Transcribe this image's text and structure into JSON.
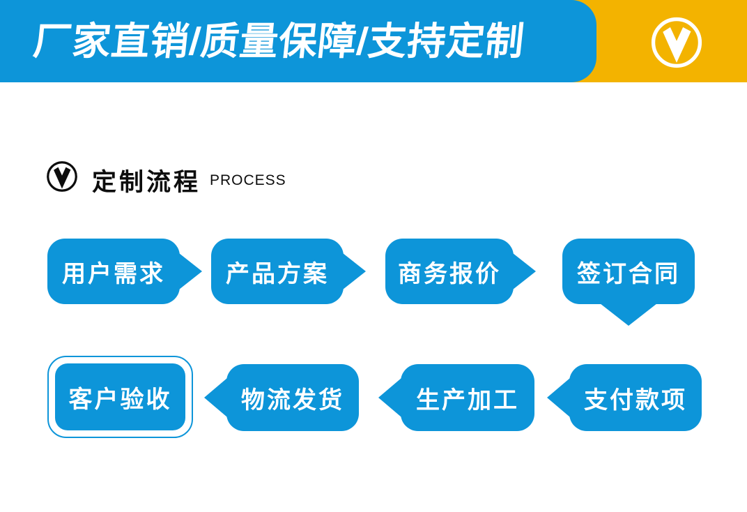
{
  "colors": {
    "brand_blue": "#0d95d9",
    "brand_orange": "#f3b300",
    "text_on_blue": "#ffffff",
    "heading_black": "#0d0d0d"
  },
  "banner": {
    "title": "厂家直销/质量保障/支持定制",
    "badge_icon": "chevron-down-circle-icon"
  },
  "section_header": {
    "icon": "chevron-down-circle-icon",
    "title": "定制流程",
    "subtitle": "PROCESS"
  },
  "flow": {
    "row1": [
      {
        "label": "用户需求",
        "arrow": "right"
      },
      {
        "label": "产品方案",
        "arrow": "right"
      },
      {
        "label": "商务报价",
        "arrow": "right"
      },
      {
        "label": "签订合同",
        "arrow": "down"
      }
    ],
    "row2": [
      {
        "label": "客户验收",
        "arrow": "none",
        "style": "outlined"
      },
      {
        "label": "物流发货",
        "arrow": "left"
      },
      {
        "label": "生产加工",
        "arrow": "left"
      },
      {
        "label": "支付款项",
        "arrow": "left"
      }
    ]
  }
}
